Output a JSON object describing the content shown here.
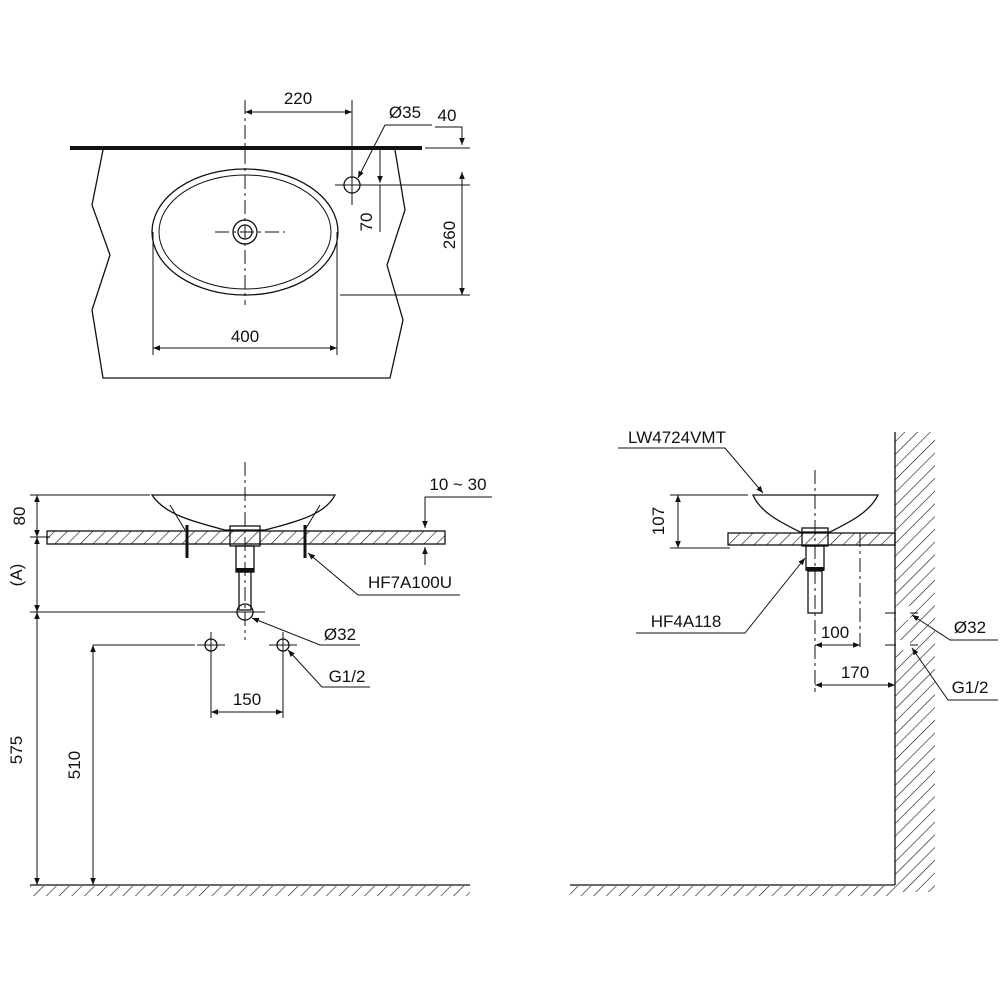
{
  "top_view": {
    "dim_faucet_offset": "220",
    "dim_faucet_hole": "Ø35",
    "dim_counter_edge": "40",
    "dim_depth": "260",
    "dim_faucet_depth": "70",
    "dim_width": "400"
  },
  "front_view": {
    "dim_basin_height": "80",
    "dim_counter_thickness": "10 ~ 30",
    "dim_drain_height": "(A)",
    "dim_outlet_height": "575",
    "dim_supply_height": "510",
    "dim_supply_spacing": "150",
    "label_fixing": "HF7A100U",
    "label_outlet": "Ø32",
    "label_supply": "G1/2"
  },
  "side_view": {
    "label_basin": "LW4724VMT",
    "dim_basin_height": "107",
    "label_drain": "HF4A118",
    "dim_drain_wall": "100",
    "dim_center_wall": "170",
    "label_outlet": "Ø32",
    "label_supply": "G1/2"
  }
}
